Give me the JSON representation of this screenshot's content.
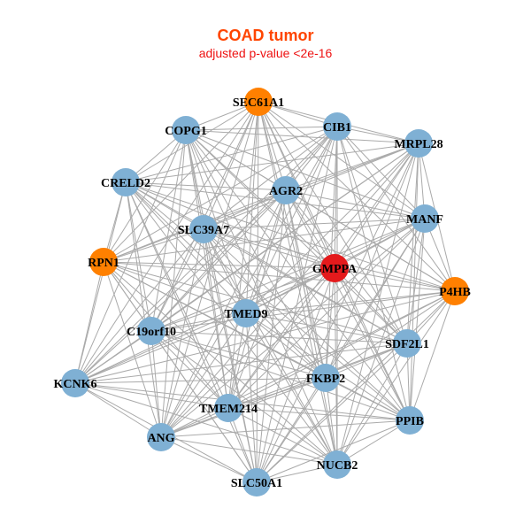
{
  "title": "COAD tumor",
  "subtitle": "adjusted p-value <2e-16",
  "colors": {
    "blue": "#7fb0d4",
    "orange": "#ff8000",
    "red": "#e41a1c",
    "edge": "#aaaaaa"
  },
  "nodes": [
    {
      "label": "SEC61A1",
      "group": "orange"
    },
    {
      "label": "COPG1",
      "group": "blue"
    },
    {
      "label": "CIB1",
      "group": "blue"
    },
    {
      "label": "MRPL28",
      "group": "blue"
    },
    {
      "label": "CRELD2",
      "group": "blue"
    },
    {
      "label": "AGR2",
      "group": "blue"
    },
    {
      "label": "MANF",
      "group": "blue"
    },
    {
      "label": "SLC39A7",
      "group": "blue"
    },
    {
      "label": "RPN1",
      "group": "orange"
    },
    {
      "label": "GMPPA",
      "group": "red"
    },
    {
      "label": "P4HB",
      "group": "orange"
    },
    {
      "label": "TMED9",
      "group": "blue"
    },
    {
      "label": "C19orf10",
      "group": "blue"
    },
    {
      "label": "SDF2L1",
      "group": "blue"
    },
    {
      "label": "KCNK6",
      "group": "blue"
    },
    {
      "label": "FKBP2",
      "group": "blue"
    },
    {
      "label": "TMEM214",
      "group": "blue"
    },
    {
      "label": "PPIB",
      "group": "blue"
    },
    {
      "label": "ANG",
      "group": "blue"
    },
    {
      "label": "NUCB2",
      "group": "blue"
    },
    {
      "label": "SLC50A1",
      "group": "blue"
    }
  ]
}
